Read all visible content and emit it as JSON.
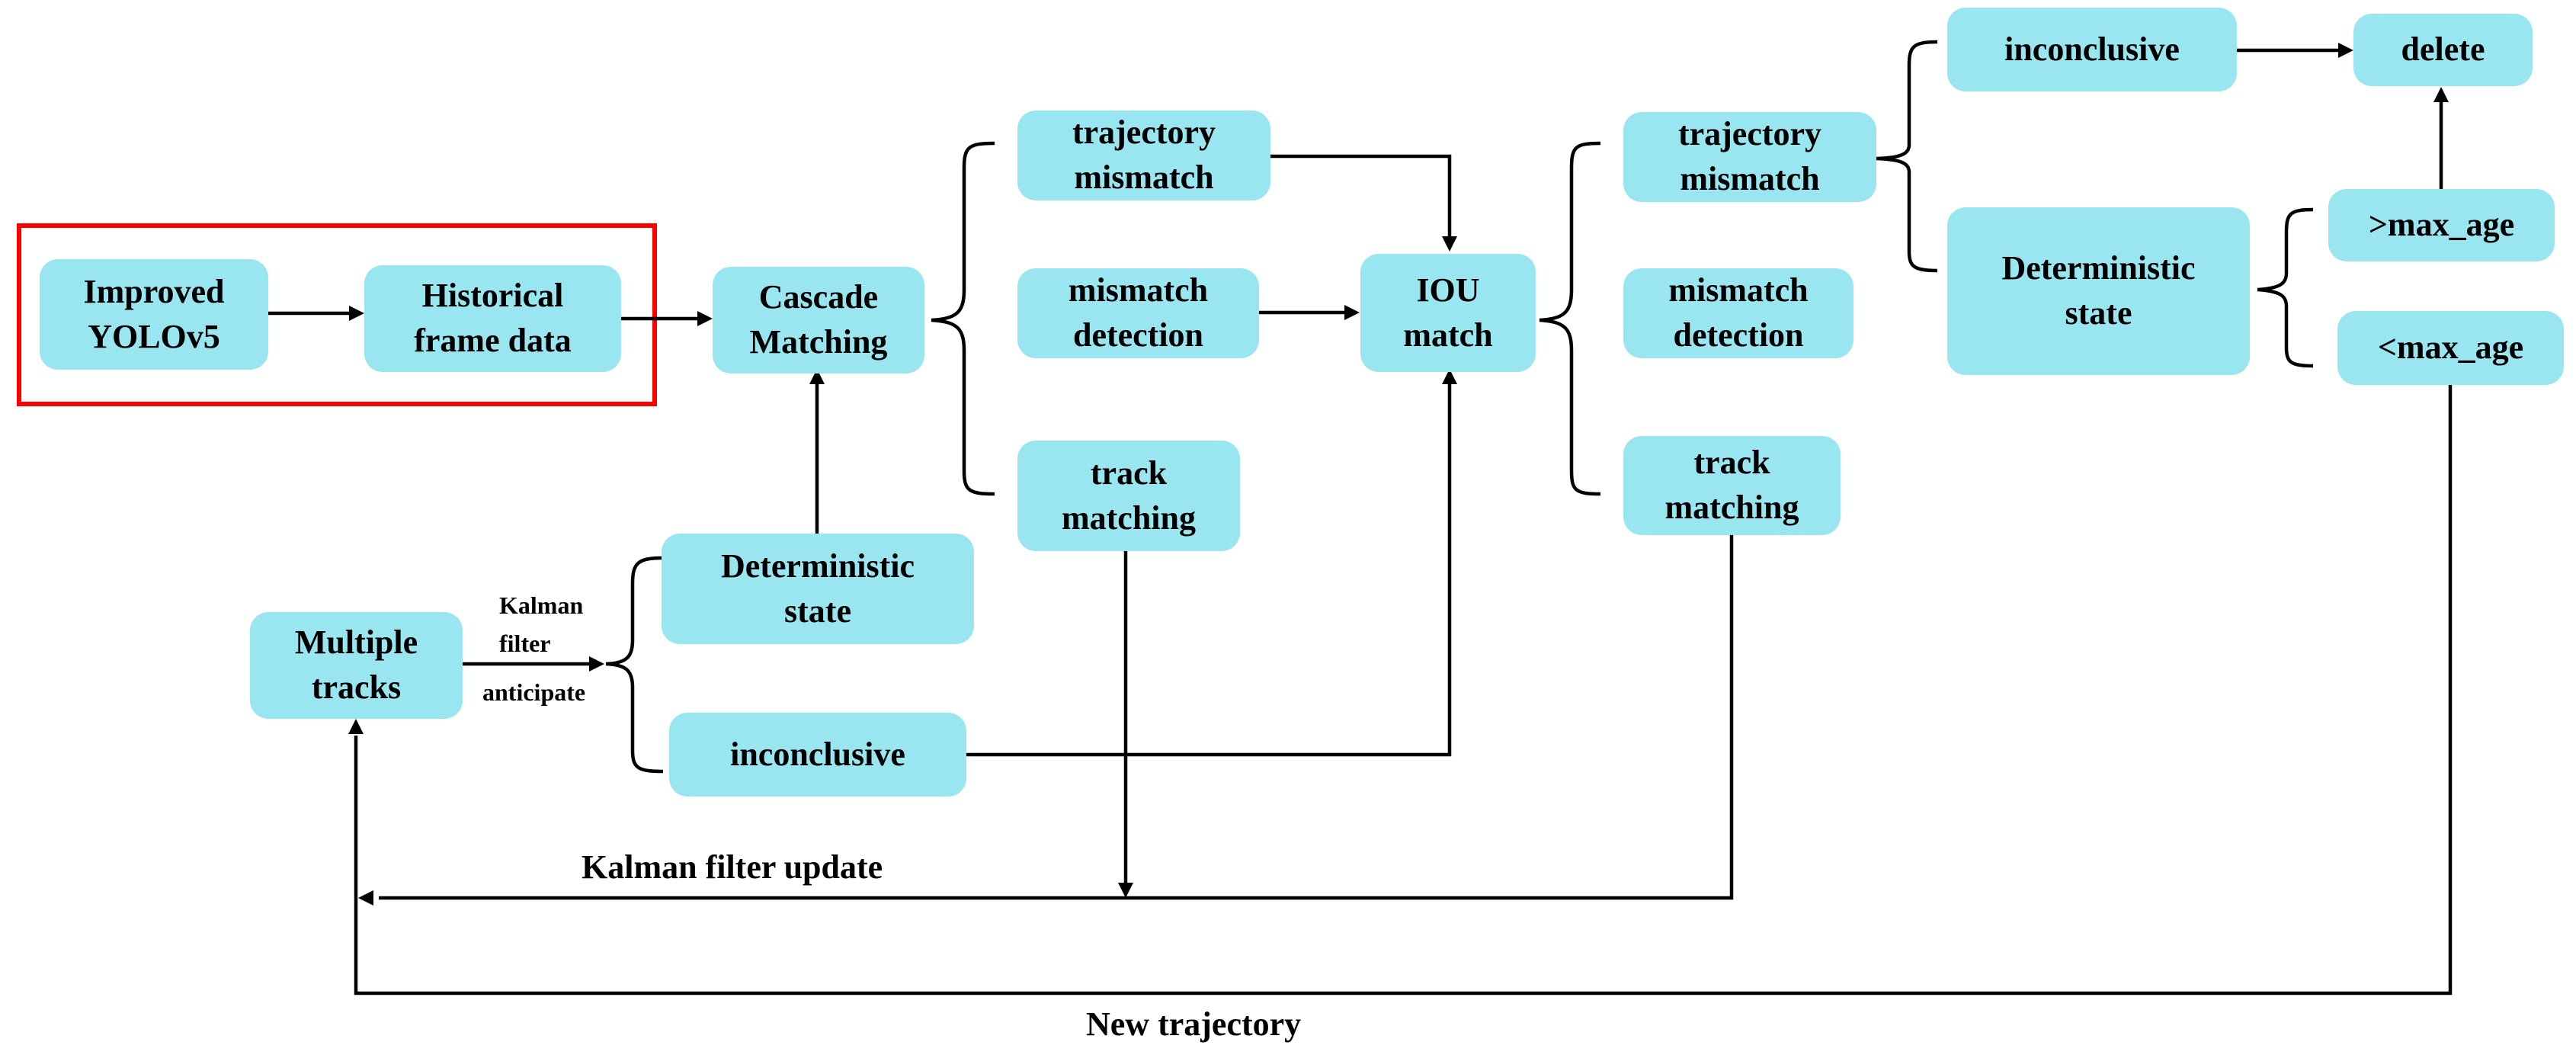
{
  "nodes": {
    "improved_yolo": "Improved\nYOLOv5",
    "historical_frame": "Historical\nframe data",
    "cascade_matching": "Cascade\nMatching",
    "traj_mismatch_1": "trajectory\nmismatch",
    "mismatch_detection_1": "mismatch\ndetection",
    "track_matching_1": "track\nmatching",
    "iou_match": "IOU\nmatch",
    "traj_mismatch_2": "trajectory\nmismatch",
    "mismatch_detection_2": "mismatch\ndetection",
    "track_matching_2": "track\nmatching",
    "inconclusive_top": "inconclusive",
    "deterministic_state_right": "Deterministic\nstate",
    "delete": "delete",
    "gt_max_age": ">max_age",
    "lt_max_age": "<max_age",
    "multiple_tracks": "Multiple\ntracks",
    "deterministic_state_left": "Deterministic\nstate",
    "inconclusive_bottom": "inconclusive"
  },
  "edge_labels": {
    "kalman_filter": "Kalman\nfilter",
    "anticipate": "anticipate",
    "kalman_update": "Kalman filter update",
    "new_trajectory": "New trajectory"
  },
  "colors": {
    "node_fill": "#99e6f0",
    "highlight_border": "#ff0000",
    "line": "#000000"
  }
}
